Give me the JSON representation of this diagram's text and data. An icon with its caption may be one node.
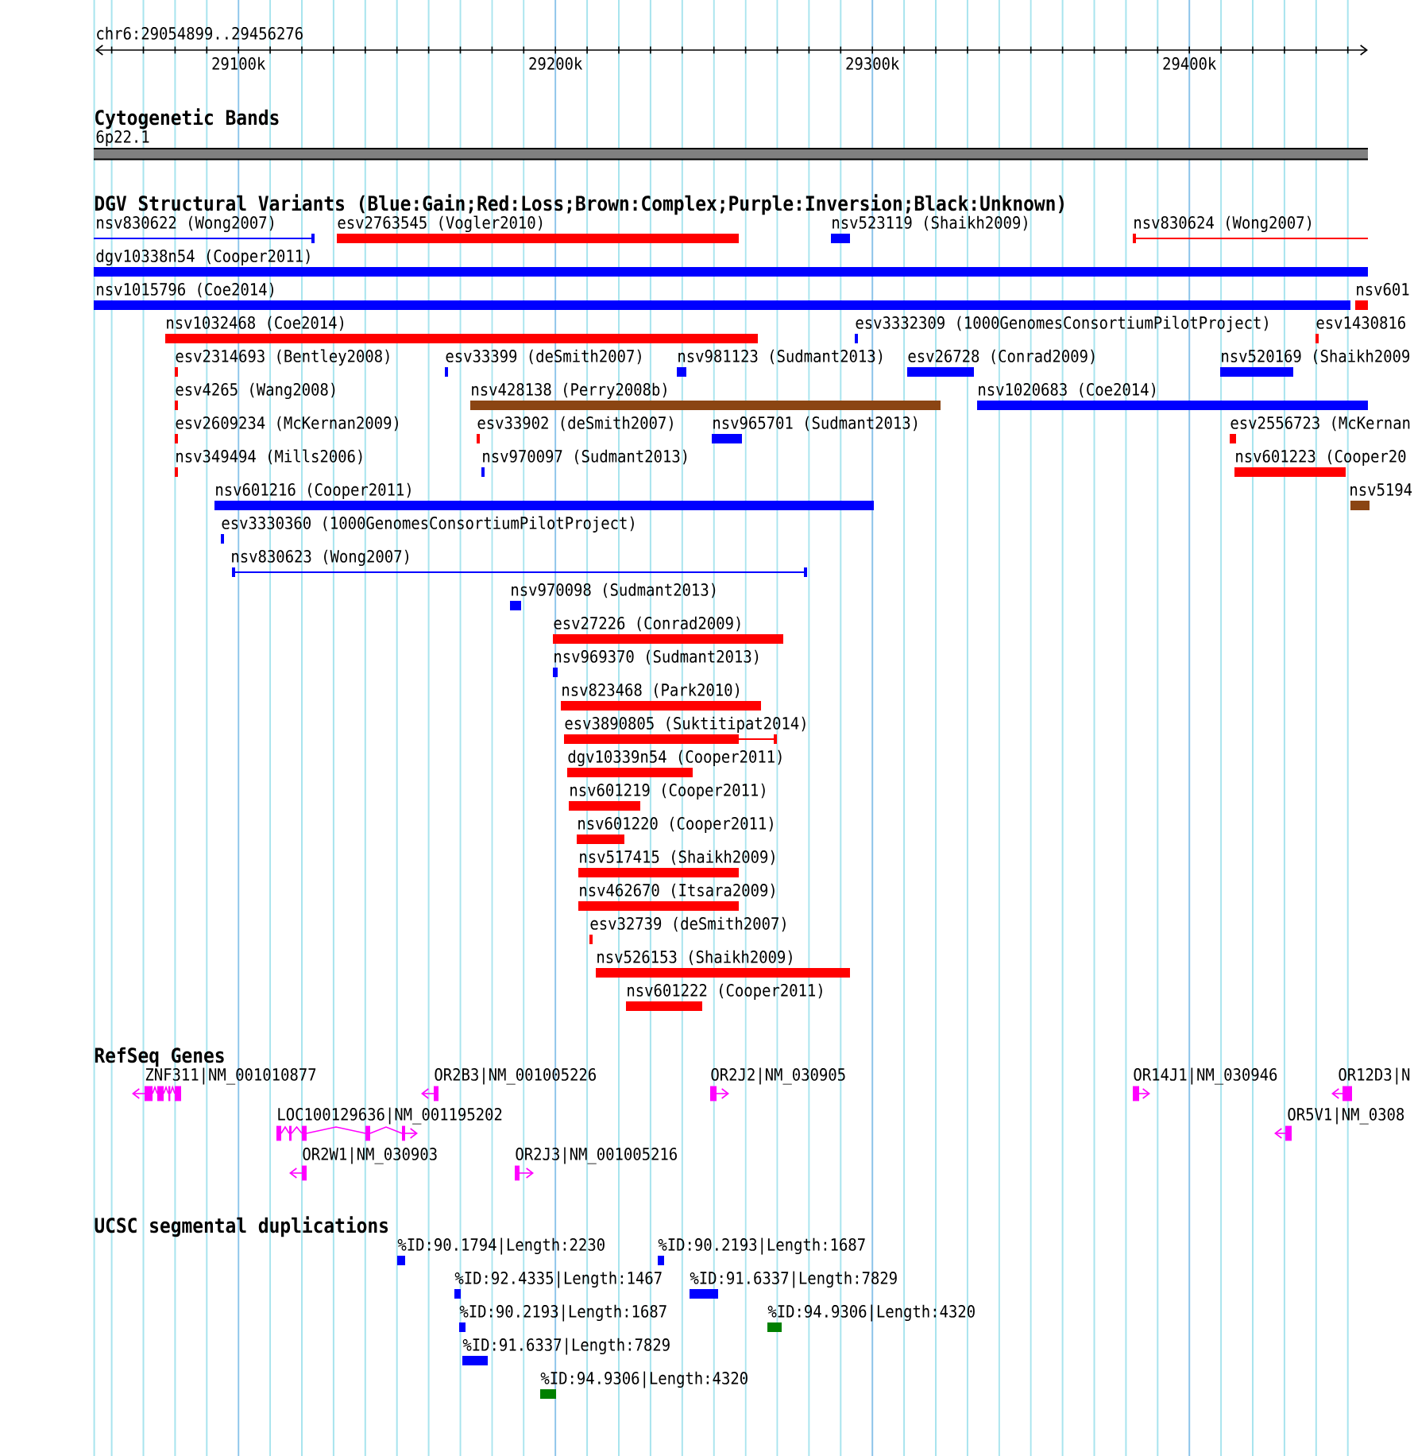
{
  "diagram": {
    "nodes": [
      {
        "text": [
          "6p22.1"
        ]
      },
      {
        "text": [
          "nsv830622 (Wong2007)"
        ]
      },
      {
        "text": [
          "esv2763545 (Vogler2010)"
        ]
      },
      {
        "text": [
          "nsv523119 (Shaikh2009)"
        ]
      },
      {
        "text": [
          "nsv830624 (Wong2007)"
        ]
      },
      {
        "text": [
          "dgv10338n54 (Cooper2011)"
        ]
      },
      {
        "text": [
          "nsv1015796 (Coe2014)"
        ]
      },
      {
        "text": [
          "nsv601"
        ]
      },
      {
        "text": [
          "nsv1032468 (Coe2014)"
        ]
      },
      {
        "text": [
          "esv3332309 (1000GenomesConsortiumPilotProject)"
        ]
      },
      {
        "text": [
          "esv1430816"
        ]
      },
      {
        "text": [
          "esv2314693 (Bentley2008)"
        ]
      },
      {
        "text": [
          "esv33399 (deSmith2007)"
        ]
      },
      {
        "text": [
          "nsv981123 (Sudmant2013)"
        ]
      },
      {
        "text": [
          "esv26728 (Conrad2009)"
        ]
      },
      {
        "text": [
          "nsv520169 (Shaikh2009"
        ]
      },
      {
        "text": [
          "esv4265 (Wang2008)"
        ]
      },
      {
        "text": [
          "nsv428138 (Perry2008b)"
        ]
      },
      {
        "text": [
          "nsv1020683 (Coe2014)"
        ]
      },
      {
        "text": [
          "esv2609234 (McKernan2009)"
        ]
      },
      {
        "text": [
          "esv33902 (deSmith2007)"
        ]
      },
      {
        "text": [
          "nsv965701 (Sudmant2013)"
        ]
      },
      {
        "text": [
          "esv2556723 (McKernan"
        ]
      },
      {
        "text": [
          "nsv349494 (Mills2006)"
        ]
      },
      {
        "text": [
          "nsv970097 (Sudmant2013)"
        ]
      },
      {
        "text": [
          "nsv601223 (Cooper20"
        ]
      },
      {
        "text": [
          "nsv601216 (Cooper2011)"
        ]
      },
      {
        "text": [
          "nsv5194"
        ]
      },
      {
        "text": [
          "esv3330360 (1000GenomesConsortiumPilotProject)"
        ]
      },
      {
        "text": [
          "nsv830623 (Wong2007)"
        ]
      },
      {
        "text": [
          "nsv970098 (Sudmant2013)"
        ]
      },
      {
        "text": [
          "esv27226 (Conrad2009)"
        ]
      },
      {
        "text": [
          "nsv969370 (Sudmant2013)"
        ]
      },
      {
        "text": [
          "nsv823468 (Park2010)"
        ]
      },
      {
        "text": [
          "esv3890805 (Suktitipat2014)"
        ]
      },
      {
        "text": [
          "dgv10339n54 (Cooper2011)"
        ]
      },
      {
        "text": [
          "nsv601219 (Cooper2011)"
        ]
      },
      {
        "text": [
          "nsv601220 (Cooper2011)"
        ]
      },
      {
        "text": [
          "nsv517415 (Shaikh2009)"
        ]
      },
      {
        "text": [
          "nsv462670 (Itsara2009)"
        ]
      },
      {
        "text": [
          "esv32739 (deSmith2007)"
        ]
      },
      {
        "text": [
          "nsv526153 (Shaikh2009)"
        ]
      },
      {
        "text": [
          "nsv601222 (Cooper2011)"
        ]
      },
      {
        "text": [
          "ZNF311|NM_001010877"
        ]
      },
      {
        "text": [
          "OR2B3|NM_001005226"
        ]
      },
      {
        "text": [
          "OR2J2|NM_030905"
        ]
      },
      {
        "text": [
          "OR14J1|NM_030946"
        ]
      },
      {
        "text": [
          "OR12D3|N"
        ]
      },
      {
        "text": [
          "LOC100129636|NM_001195202"
        ]
      },
      {
        "text": [
          "OR5V1|NM_0308"
        ]
      },
      {
        "text": [
          "OR2W1|NM_030903"
        ]
      },
      {
        "text": [
          "OR2J3|NM_001005216"
        ]
      },
      {
        "text": [
          "%ID:90.1794|Length:2230"
        ]
      },
      {
        "text": [
          "%ID:90.2193|Length:1687"
        ]
      },
      {
        "text": [
          "%ID:92.4335|Length:1467"
        ]
      },
      {
        "text": [
          "%ID:91.6337|Length:7829"
        ]
      },
      {
        "text": [
          "%ID:90.2193|Length:1687"
        ]
      },
      {
        "text": [
          "%ID:94.9306|Length:4320"
        ]
      },
      {
        "text": [
          "%ID:91.6337|Length:7829"
        ]
      },
      {
        "text": [
          "%ID:94.9306|Length:4320"
        ]
      }
    ],
    "labels": [
      "chr6:29054899..29456276",
      "29100k",
      "29200k",
      "29300k",
      "29400k",
      "Cytogenetic Bands",
      "DGV Structural Variants (Blue:Gain;Red:Loss;Brown:Complex;Purple:Inversion;Black:Unknown)",
      "RefSeq Genes",
      "UCSC segmental duplications"
    ]
  }
}
